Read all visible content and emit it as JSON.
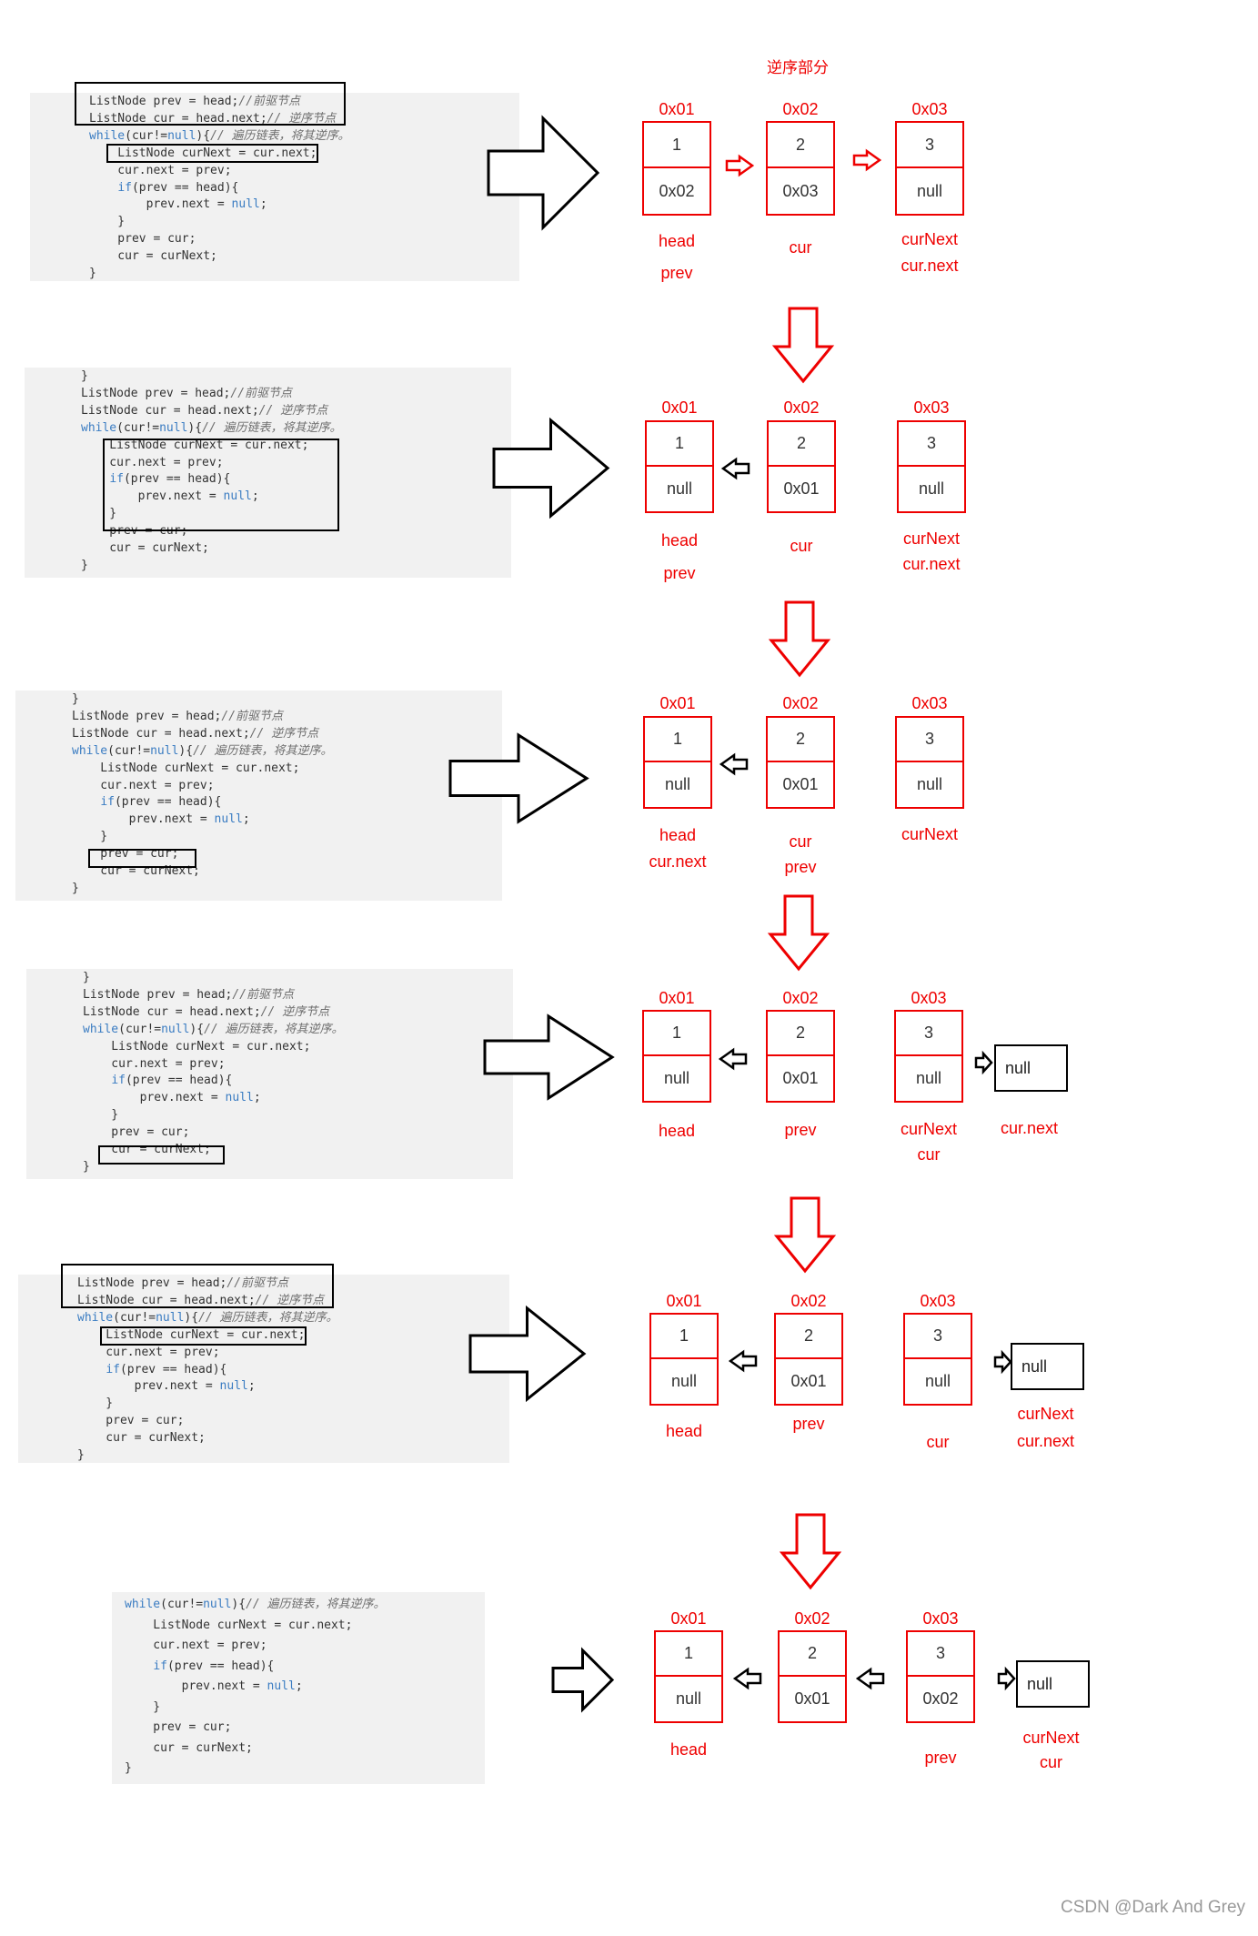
{
  "title": "逆序部分",
  "watermark": "CSDN @Dark And Grey",
  "code": {
    "full": [
      "}",
      "ListNode prev = head;//前驱节点",
      "ListNode cur = head.next;// 逆序节点",
      "while(cur!=null){// 遍历链表，将其逆序。",
      "    ListNode curNext = cur.next;",
      "    cur.next = prev;",
      "    if(prev == head){",
      "        prev.next = null;",
      "    }",
      "    prev = cur;",
      "    cur = curNext;",
      "}"
    ],
    "loop": [
      "while(cur!=null){// 遍历链表，将其逆序。",
      "    ListNode curNext = cur.next;",
      "    cur.next = prev;",
      "    if(prev == head){",
      "        prev.next = null;",
      "    }",
      "    prev = cur;",
      "    cur = curNext;",
      "}"
    ]
  },
  "steps": [
    {
      "addrs": [
        "0x01",
        "0x02",
        "0x03"
      ],
      "vals": [
        "1",
        "2",
        "3"
      ],
      "nexts": [
        "0x02",
        "0x03",
        "null"
      ],
      "links": [
        "right",
        "right"
      ],
      "labels": [
        [
          "head",
          "prev"
        ],
        [
          "cur"
        ],
        [
          "curNext",
          "cur.next"
        ]
      ]
    },
    {
      "addrs": [
        "0x01",
        "0x02",
        "0x03"
      ],
      "vals": [
        "1",
        "2",
        "3"
      ],
      "nexts": [
        "null",
        "0x01",
        "null"
      ],
      "links": [
        "left"
      ],
      "labels": [
        [
          "head",
          "prev"
        ],
        [
          "cur"
        ],
        [
          "curNext",
          "cur.next"
        ]
      ]
    },
    {
      "addrs": [
        "0x01",
        "0x02",
        "0x03"
      ],
      "vals": [
        "1",
        "2",
        "3"
      ],
      "nexts": [
        "null",
        "0x01",
        "null"
      ],
      "links": [
        "left"
      ],
      "labels": [
        [
          "head",
          "cur.next"
        ],
        [
          "cur",
          "prev"
        ],
        [
          "curNext"
        ]
      ]
    },
    {
      "addrs": [
        "0x01",
        "0x02",
        "0x03"
      ],
      "vals": [
        "1",
        "2",
        "3"
      ],
      "nexts": [
        "null",
        "0x01",
        "null"
      ],
      "links": [
        "left"
      ],
      "labels": [
        [
          "head"
        ],
        [
          "prev"
        ],
        [
          "curNext",
          "cur"
        ],
        [
          "cur.next"
        ]
      ],
      "extra": "null"
    },
    {
      "addrs": [
        "0x01",
        "0x02",
        "0x03"
      ],
      "vals": [
        "1",
        "2",
        "3"
      ],
      "nexts": [
        "null",
        "0x01",
        "null"
      ],
      "links": [
        "left"
      ],
      "labels": [
        [
          "head"
        ],
        [
          "prev"
        ],
        [
          "cur"
        ],
        [
          "curNext",
          "cur.next"
        ]
      ],
      "extra": "null"
    },
    {
      "addrs": [
        "0x01",
        "0x02",
        "0x03"
      ],
      "vals": [
        "1",
        "2",
        "3"
      ],
      "nexts": [
        "null",
        "0x01",
        "0x02"
      ],
      "links": [
        "left",
        "left"
      ],
      "labels": [
        [
          "head"
        ],
        [],
        [
          "prev"
        ],
        [
          "curNext",
          "cur"
        ]
      ],
      "extra": "null"
    }
  ]
}
